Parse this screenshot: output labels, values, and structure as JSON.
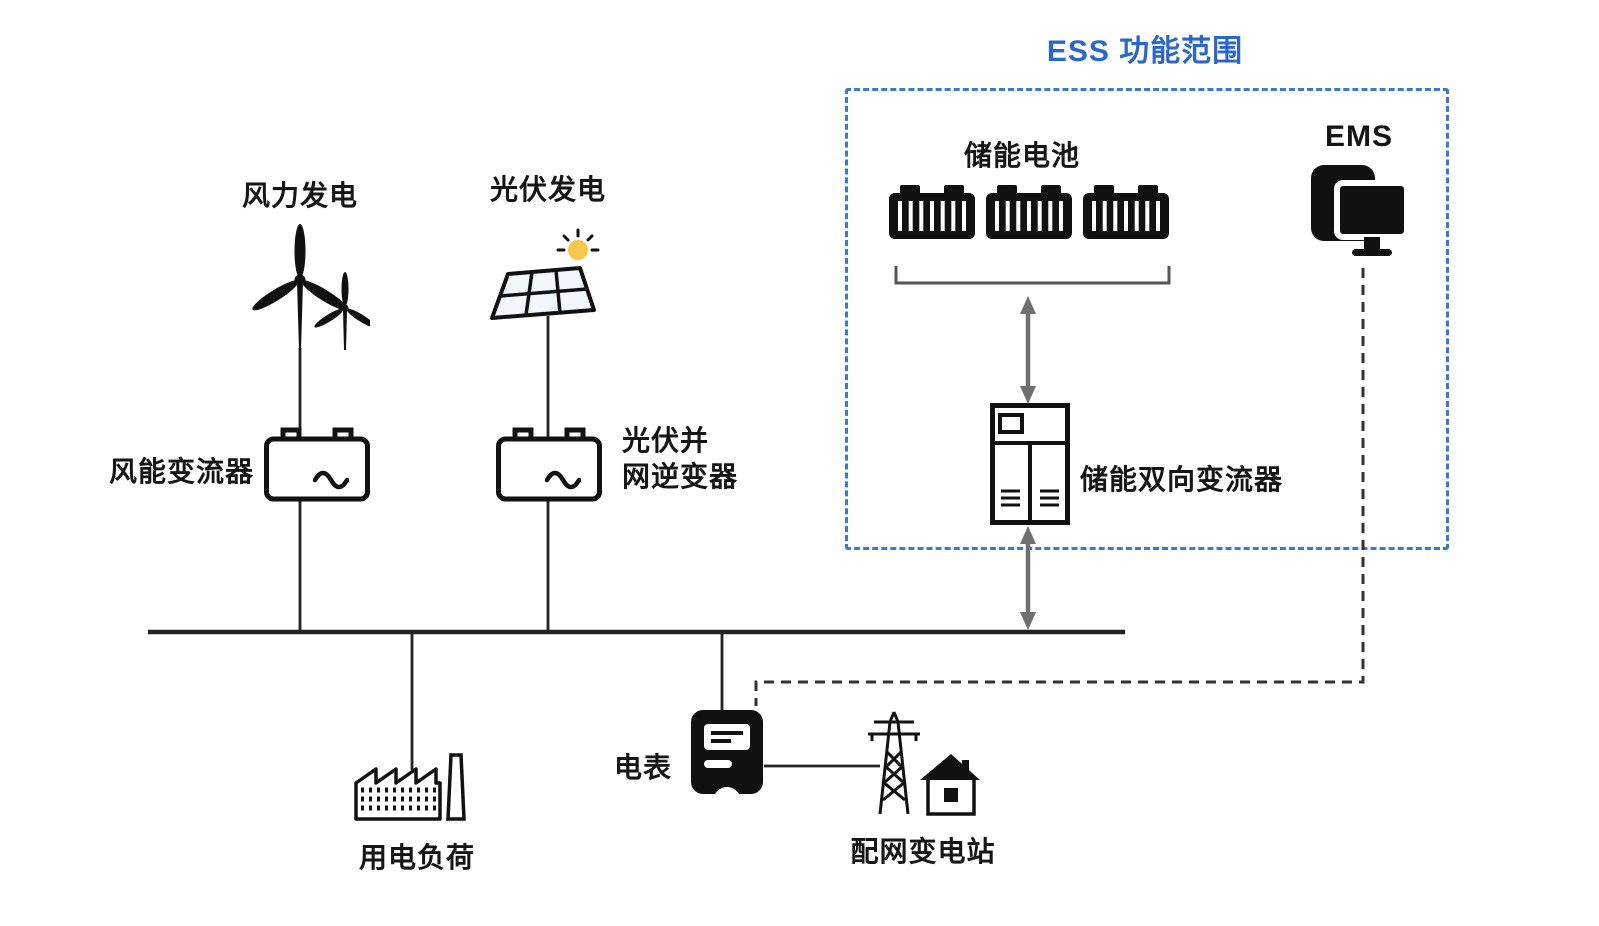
{
  "title": "ESS 功能范围",
  "labels": {
    "wind": "风力发电",
    "pv": "光伏发电",
    "wind_converter": "风能变流器",
    "pv_inverter": "光伏并\n网逆变器",
    "battery": "储能电池",
    "ems": "EMS",
    "bidirectional_converter": "储能双向变流器",
    "meter": "电表",
    "load": "用电负荷",
    "substation": "配网变电站"
  },
  "colors": {
    "accent_blue": "#2b66cc",
    "dashed_box_blue": "#3d76d6",
    "line_black": "#222222",
    "arrow_gray": "#6f6f6f",
    "sun_yellow": "#f7c64b"
  },
  "icons": [
    "wind-turbine-icon",
    "solar-panel-icon",
    "converter-icon",
    "battery-icon",
    "cabinet-converter-icon",
    "ems-monitor-icon",
    "meter-icon",
    "factory-icon",
    "substation-icon"
  ]
}
